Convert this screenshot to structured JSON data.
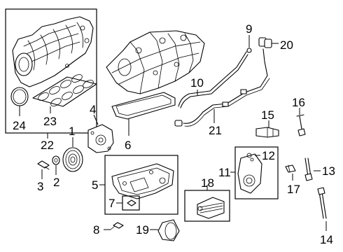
{
  "labels": {
    "l1": "1",
    "l2": "2",
    "l3": "3",
    "l4": "4",
    "l5": "5",
    "l6": "6",
    "l7": "7",
    "l8": "8",
    "l9": "9",
    "l10": "10",
    "l11": "11",
    "l12": "12",
    "l13": "13",
    "l14": "14",
    "l15": "15",
    "l16": "16",
    "l17": "17",
    "l18": "18",
    "l19": "19",
    "l20": "20",
    "l21": "21",
    "l22": "22",
    "l23": "23",
    "l24": "24"
  }
}
